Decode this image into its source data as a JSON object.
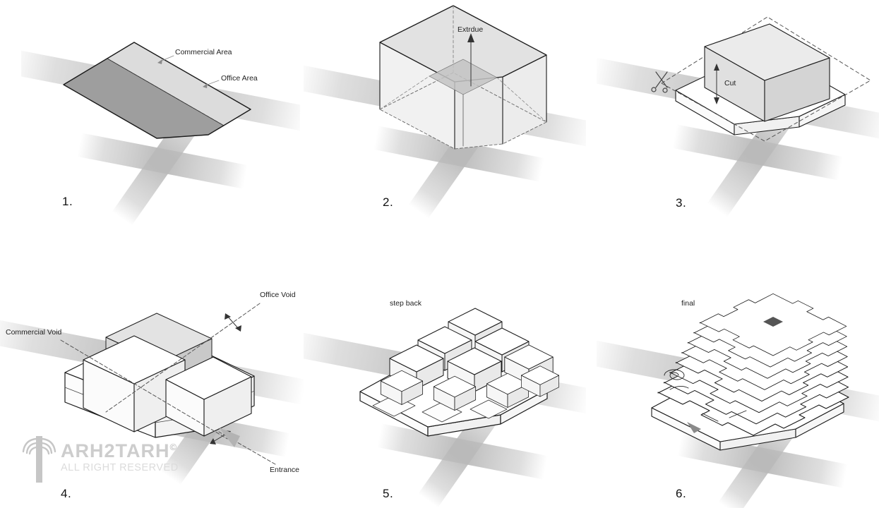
{
  "panels": {
    "p1": {
      "number": "1.",
      "commercial_area": "Commercial Area",
      "office_area": "Office Area"
    },
    "p2": {
      "number": "2.",
      "extrude": "Extrdue"
    },
    "p3": {
      "number": "3.",
      "cut": "Cut"
    },
    "p4": {
      "number": "4.",
      "office_void": "Office Void",
      "commercial_void": "Commercial Void",
      "entrance": "Entrance"
    },
    "p5": {
      "number": "5.",
      "caption": "step back"
    },
    "p6": {
      "number": "6.",
      "caption": "final"
    }
  },
  "watermark": {
    "brand": "ARH2TARH",
    "copyright": "©",
    "rights": "ALL RIGHT RESERVED"
  },
  "colors": {
    "line": "#1a1a1a",
    "site_commercial_fill": "#dcdcdc",
    "site_office_fill": "#9e9e9e",
    "mass_gray": "#dedede",
    "road": "#c9c9c9",
    "background": "#ffffff"
  }
}
